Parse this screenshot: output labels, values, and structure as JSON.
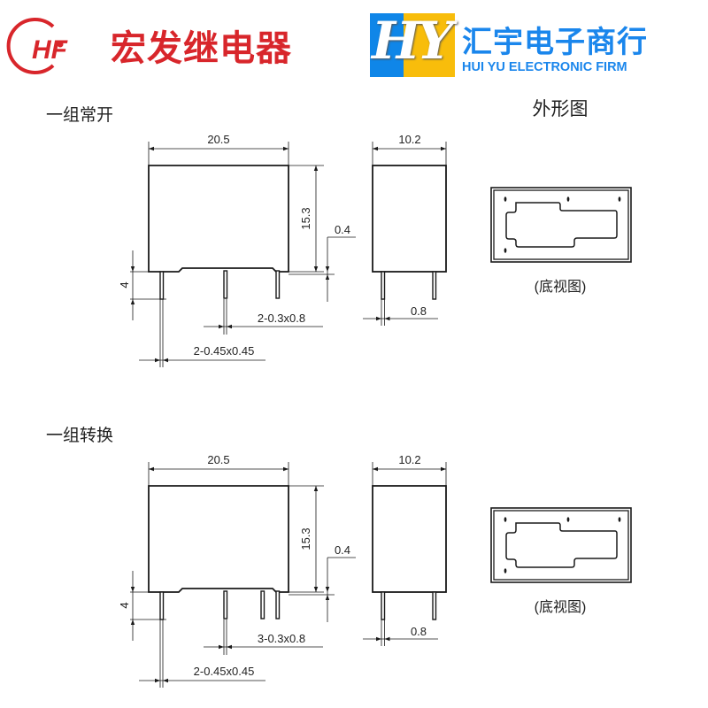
{
  "header": {
    "left_logo_mark": "HF",
    "left_brand": "宏发继电器",
    "right_logo_mark": "HY",
    "right_brand_cn": "汇宇电子商行",
    "right_brand_en": "HUI YU ELECTRONIC FIRM"
  },
  "outline_title": "外形图",
  "sections": [
    {
      "title": "一组常开",
      "width": "20.5",
      "height": "15.3",
      "standoff": "0.4",
      "pin_length": "4",
      "depth": "10.2",
      "side_pin": "0.8",
      "small_pins": "2-0.3x0.8",
      "large_pins": "2-0.45x0.45",
      "bottom_view_label": "(底视图)",
      "pin_count": 3
    },
    {
      "title": "一组转换",
      "width": "20.5",
      "height": "15.3",
      "standoff": "0.4",
      "pin_length": "4",
      "depth": "10.2",
      "side_pin": "0.8",
      "small_pins": "3-0.3x0.8",
      "large_pins": "2-0.45x0.45",
      "bottom_view_label": "(底视图)",
      "pin_count": 4
    }
  ],
  "colors": {
    "hf_red": "#d8262b",
    "hy_blue": "#0f86e8",
    "hy_yellow": "#f8bd0b",
    "line": "#1a1a1a"
  }
}
